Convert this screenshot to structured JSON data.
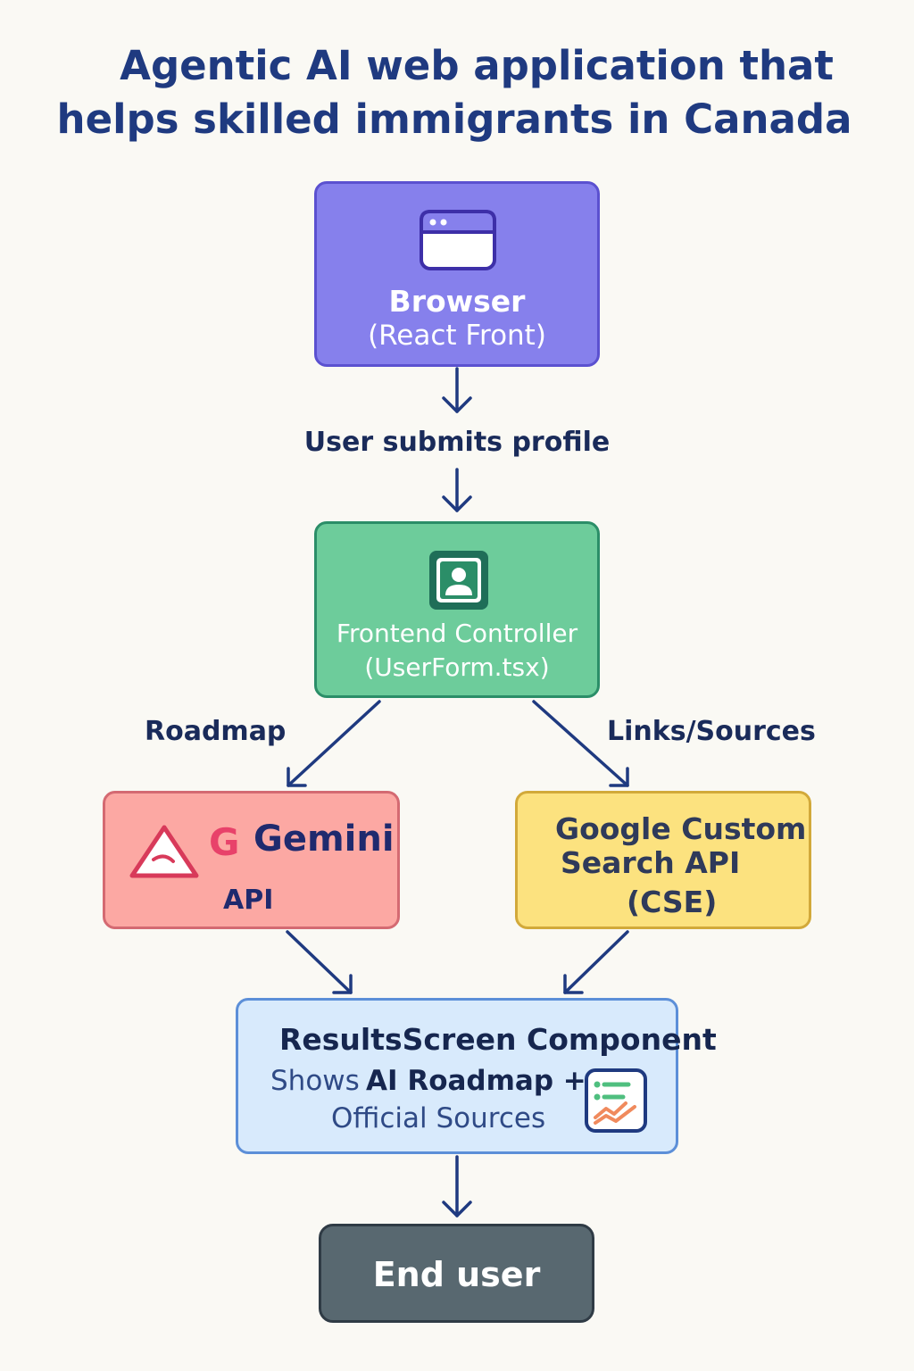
{
  "title": {
    "line1": "Agentic AI web application that",
    "line2": "helps skilled immigrants in Canada"
  },
  "nodes": {
    "browser": {
      "title": "Browser",
      "subtitle": "(React Front)",
      "icon": "browser-window-icon"
    },
    "controller": {
      "title": "Frontend Controller",
      "subtitle": "(UserForm.tsx)",
      "icon": "user-profile-icon"
    },
    "gemini": {
      "g_letter": "G",
      "name": "Gemini",
      "api": "API",
      "icon": "gemini-logo-icon"
    },
    "cse": {
      "line1": "Google Custom",
      "line2": "Search API",
      "line3": "(CSE)"
    },
    "results": {
      "title": "ResultsScreen Component",
      "shows": "Shows",
      "roadmap": "AI Roadmap +",
      "sources": "Official Sources",
      "icon": "report-chart-icon"
    },
    "end_user": {
      "label": "End user"
    }
  },
  "edges": {
    "submit_label": "User submits profile",
    "roadmap_label": "Roadmap",
    "links_label": "Links/Sources"
  },
  "colors": {
    "background": "#faf9f4",
    "title": "#1f3a80",
    "browser_fill": "#8680ec",
    "controller_fill": "#6dcc9b",
    "gemini_fill": "#fca8a3",
    "cse_fill": "#fce27f",
    "results_fill": "#d8eafc",
    "end_user_fill": "#586870",
    "arrow": "#1f3a80"
  }
}
